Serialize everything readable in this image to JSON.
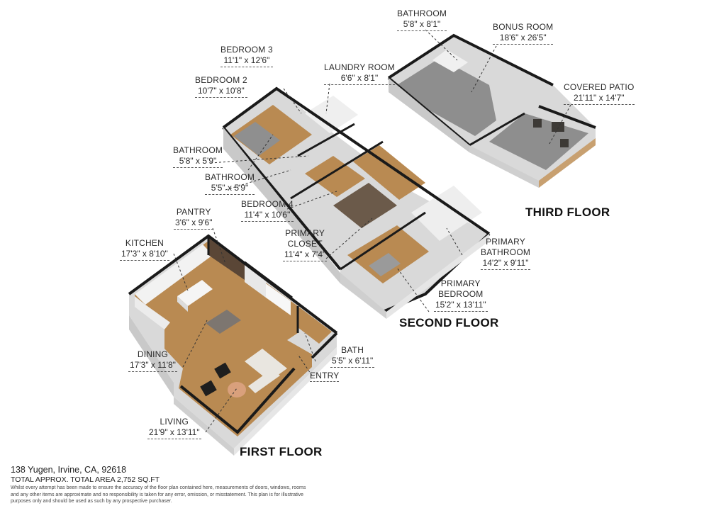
{
  "floors": {
    "first": {
      "title": "FIRST FLOOR",
      "rooms": [
        {
          "name": "KITCHEN",
          "dims": "17'3\" x 8'10\""
        },
        {
          "name": "PANTRY",
          "dims": "3'6\" x 9'6\""
        },
        {
          "name": "DINING",
          "dims": "17'3\" x 11'8\""
        },
        {
          "name": "LIVING",
          "dims": "21'9\" x 13'11\""
        },
        {
          "name": "BATH",
          "dims": "5'5\" x 6'11\""
        },
        {
          "name": "ENTRY",
          "dims": ""
        }
      ]
    },
    "second": {
      "title": "SECOND FLOOR",
      "rooms": [
        {
          "name": "BEDROOM 3",
          "dims": "11'1\" x 12'6\""
        },
        {
          "name": "BEDROOM 2",
          "dims": "10'7\" x 10'8\""
        },
        {
          "name": "LAUNDRY ROOM",
          "dims": "6'6\" x 8'1\""
        },
        {
          "name": "BATHROOM",
          "dims": "5'8\" x 5'9\""
        },
        {
          "name": "BATHROOM",
          "dims": "5'5\" x 5'9\""
        },
        {
          "name": "BEDROOM 4",
          "dims": "11'4\" x 10'6\""
        },
        {
          "name": "PRIMARY CLOSET",
          "name_line1": "PRIMARY",
          "name_line2": "CLOSET",
          "dims": "11'4\" x 7'4\""
        },
        {
          "name": "PRIMARY BATHROOM",
          "name_line1": "PRIMARY",
          "name_line2": "BATHROOM",
          "dims": "14'2\" x 9'11\""
        },
        {
          "name": "PRIMARY BEDROOM",
          "name_line1": "PRIMARY",
          "name_line2": "BEDROOM",
          "dims": "15'2\" x 13'11\""
        }
      ]
    },
    "third": {
      "title": "THIRD FLOOR",
      "rooms": [
        {
          "name": "BATHROOM",
          "dims": "5'8\" x 8'1\""
        },
        {
          "name": "BONUS ROOM",
          "dims": "18'6\" x 26'5\""
        },
        {
          "name": "COVERED PATIO",
          "dims": "21'11\" x 14'7\""
        }
      ]
    }
  },
  "footer": {
    "address": "138 Yugen, Irvine, CA, 92618",
    "total_area": "TOTAL APPROX. TOTAL AREA 2,752 SQ.FT",
    "disclaimer": "Whilst every attempt has been made to ensure the accuracy of the floor plan contained here, measurements of doors, windows, rooms and any other items are approximate and no responsibility is taken for any error, omission, or misstatement. This plan is for illustrative purposes only and should be used as such by any prospective purchaser."
  },
  "colors": {
    "wood_floor": "#b98a52",
    "carpet": "#8e8e8e",
    "wall_top": "#1a1a1a",
    "wall_face": "#d8d8d8",
    "interior_white": "#f2f2f2"
  }
}
